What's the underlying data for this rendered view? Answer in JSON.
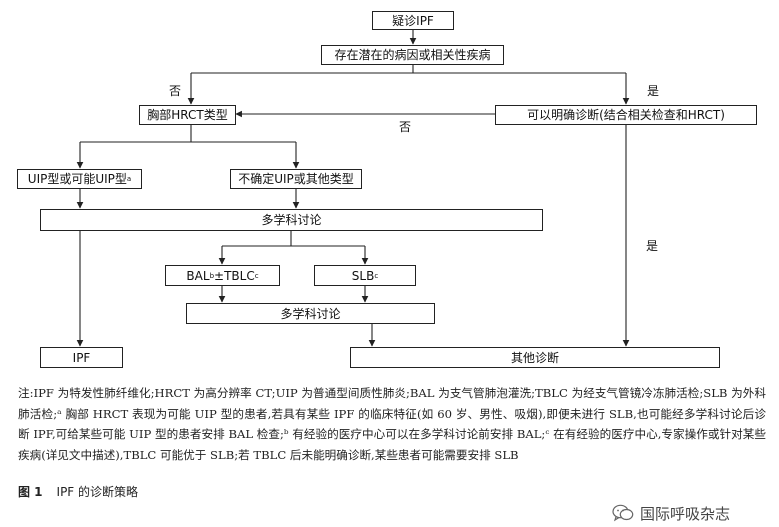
{
  "flowchart": {
    "nodes": {
      "suspect_ipf": "疑诊IPF",
      "potential_cause": "存在潜在的病因或相关性疾病",
      "chest_hrct": "胸部HRCT类型",
      "clear_diagnosis": "可以明确诊断(结合相关检查和HRCT)",
      "uip_pattern": "UIP型或可能UIP型",
      "uip_pattern_sup": "a",
      "indeterminate": "不确定UIP或其他类型",
      "mdd_1": "多学科讨论",
      "bal_tblc": "BAL",
      "bal_tblc_sup_b": "b",
      "bal_tblc_mid": "±TBLC",
      "bal_tblc_sup_c": "c",
      "slb": "SLB",
      "slb_sup": "c",
      "mdd_2": "多学科讨论",
      "ipf": "IPF",
      "other_diagnosis": "其他诊断"
    },
    "edge_labels": {
      "no_left": "否",
      "yes_right": "是",
      "no_middle": "否",
      "yes_lower": "是"
    }
  },
  "notes": "注:IPF 为特发性肺纤维化;HRCT 为高分辨率 CT;UIP 为普通型间质性肺炎;BAL 为支气管肺泡灌洗;TBLC 为经支气管镜冷冻肺活检;SLB 为外科肺活检;ᵃ 胸部 HRCT 表现为可能 UIP 型的患者,若具有某些 IPF 的临床特征(如 60 岁、男性、吸烟),即便未进行 SLB,也可能经多学科讨论后诊断 IPF,可给某些可能 UIP 型的患者安排 BAL 检查;ᵇ 有经验的医疗中心可以在多学科讨论前安排 BAL;ᶜ 在有经验的医疗中心,专家操作或针对某些疾病(详见文中描述),TBLC 可能优于 SLB;若 TBLC 后未能明确诊断,某些患者可能需要安排 SLB",
  "caption": {
    "figure_number": "图 1",
    "title": "IPF 的诊断策略"
  },
  "watermark": {
    "text": "国际呼吸杂志",
    "icon": "wechat-icon"
  }
}
